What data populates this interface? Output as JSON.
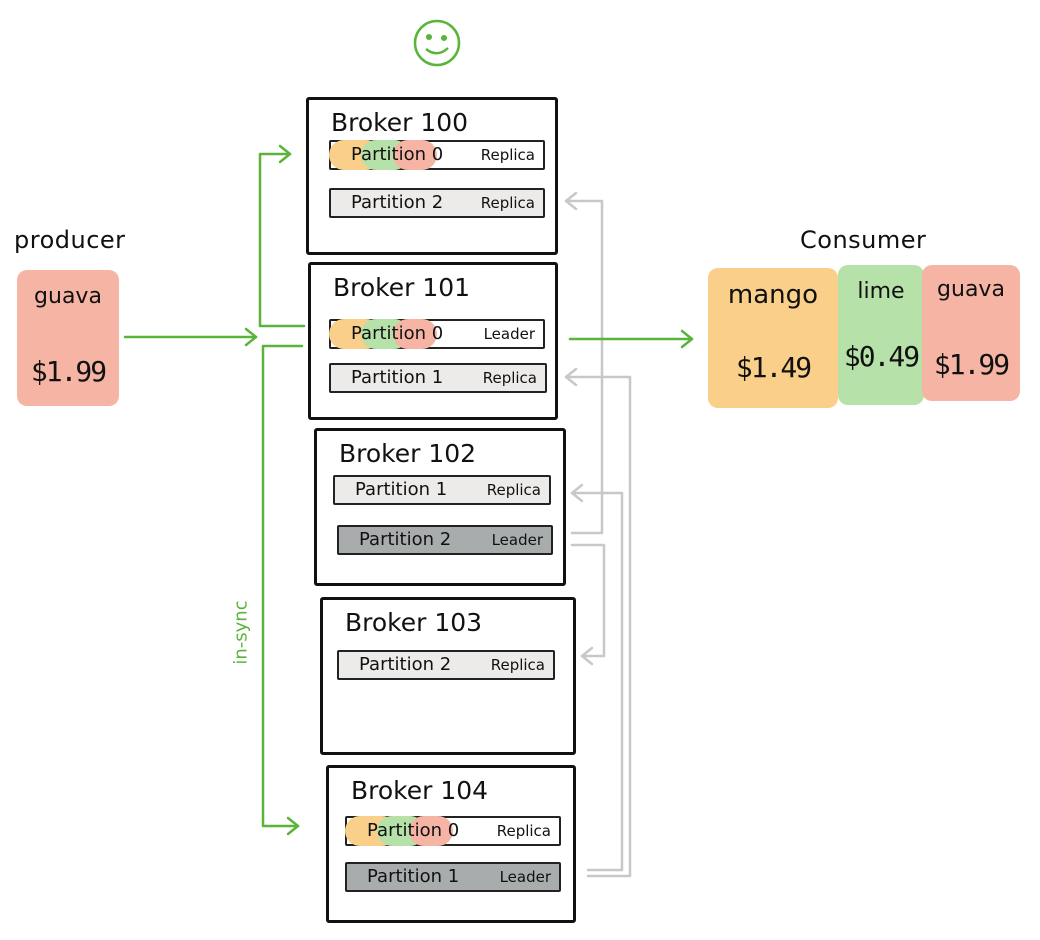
{
  "producer": {
    "title": "producer",
    "card": {
      "fruit": "guava",
      "price": "$1.99",
      "color": "#f6b5a4"
    }
  },
  "consumer": {
    "title": "Consumer",
    "cards": [
      {
        "fruit": "mango",
        "price": "$1.49",
        "color": "#f9cf8a"
      },
      {
        "fruit": "lime",
        "price": "$0.49",
        "color": "#b6e1a8"
      },
      {
        "fruit": "guava",
        "price": "$1.99",
        "color": "#f6b5a4"
      }
    ]
  },
  "brokers": [
    {
      "name": "Broker 100",
      "partitions": [
        {
          "name": "Partition 0",
          "role": "Replica"
        },
        {
          "name": "Partition 2",
          "role": "Replica"
        }
      ]
    },
    {
      "name": "Broker 101",
      "partitions": [
        {
          "name": "Partition 0",
          "role": "Leader"
        },
        {
          "name": "Partition 1",
          "role": "Replica"
        }
      ]
    },
    {
      "name": "Broker 102",
      "partitions": [
        {
          "name": "Partition 1",
          "role": "Replica"
        },
        {
          "name": "Partition 2",
          "role": "Leader"
        }
      ]
    },
    {
      "name": "Broker 103",
      "partitions": [
        {
          "name": "Partition 2",
          "role": "Replica"
        }
      ]
    },
    {
      "name": "Broker 104",
      "partitions": [
        {
          "name": "Partition 0",
          "role": "Replica"
        },
        {
          "name": "Partition 1",
          "role": "Leader"
        }
      ]
    }
  ],
  "labels": {
    "insync": "in-sync"
  },
  "icons": {
    "top": "smiley-face-icon"
  },
  "colors": {
    "arrow_green": "#5ab43a",
    "arrow_gray": "#c8c8c8",
    "partition_leader": "#a9acac",
    "partition_replica": "#ecebe9",
    "blob_orange": "#f9cf8a",
    "blob_green": "#b6e1a8",
    "blob_red": "#f6b5a4"
  }
}
